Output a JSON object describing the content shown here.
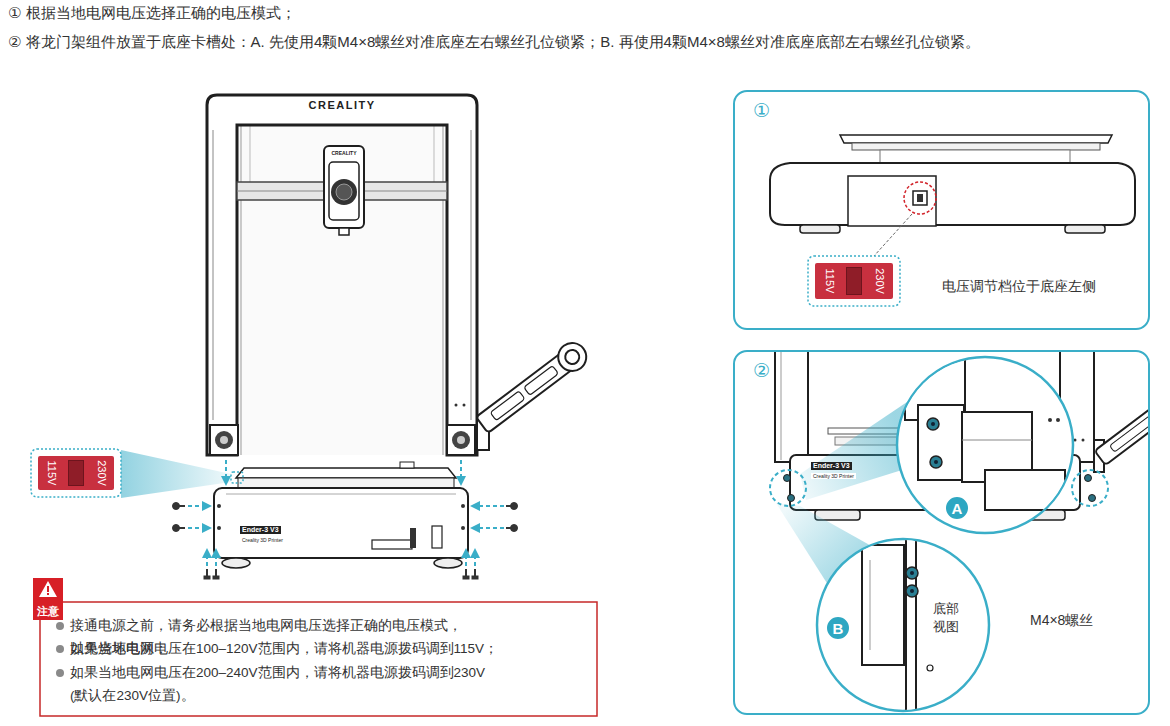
{
  "diagram": {
    "nodes": [
      {
        "text": [
          "①",
          "电压调节档位于底座左侧"
        ]
      },
      {
        "text": [
          "115V",
          "230V"
        ],
        "in": 0
      },
      {
        "text": [
          "②",
          "底部 视图",
          "M4×8螺丝"
        ]
      },
      {
        "text": [
          "A"
        ],
        "in": 2
      },
      {
        "text": [
          "B"
        ],
        "in": 2
      },
      {
        "text": [
          "115V",
          "230V"
        ]
      },
      {
        "text": [
          "注意",
          "接通电源之前，请务必根据当地电网电压选择正确的电压模式，以免烧坏电源；",
          "如果当地电网电压在100–120V范围内，请将机器电源拨码调到115V；",
          "如果当地电网电压在200–240V范围内，请将机器电源拨码调到230V (默认在230V位置)。"
        ]
      }
    ],
    "labels": [
      "① 根据当地电网电压选择正确的电压模式；",
      "② 将龙门架组件放置于底座卡槽处：A. 先使用4颗M4×8螺丝对准底座左右螺丝孔位锁紧；B. 再使用4颗M4×8螺丝对准底座底部左右螺丝孔位锁紧。",
      "CREALITY",
      "CREALITY",
      "Ender-3 V3",
      "Creality 3D Printer",
      "Ender-3 V3",
      "Creality 3D Printer"
    ]
  }
}
